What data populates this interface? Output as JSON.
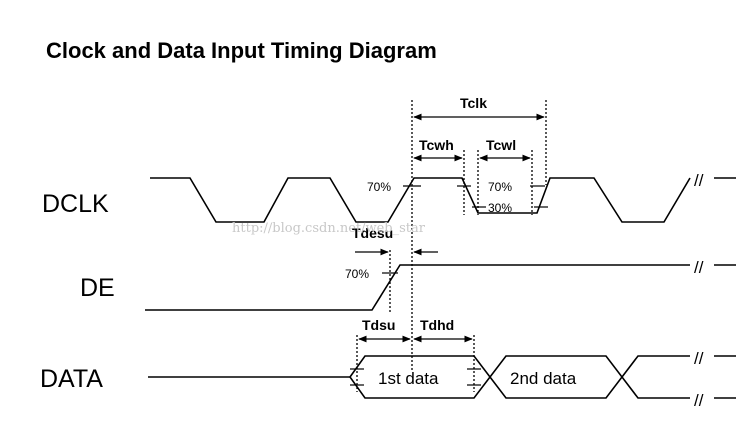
{
  "diagram": {
    "title": "Clock and Data Input Timing Diagram",
    "signals": [
      "DCLK",
      "DE",
      "DATA"
    ],
    "timing_labels": {
      "clock_period": "Tclk",
      "clock_high": "Tcwh",
      "clock_low": "Tcwl",
      "de_setup": "Tdesu",
      "data_setup": "Tdsu",
      "data_hold": "Tdhd"
    },
    "thresholds": {
      "dclk_rise": "70%",
      "dclk_high": "70%",
      "dclk_low": "30%",
      "de_rise": "70%"
    },
    "data_words": [
      "1st data",
      "2nd data"
    ],
    "watermark": "http://blog.csdn.net/web_star",
    "break_mark": "//"
  }
}
